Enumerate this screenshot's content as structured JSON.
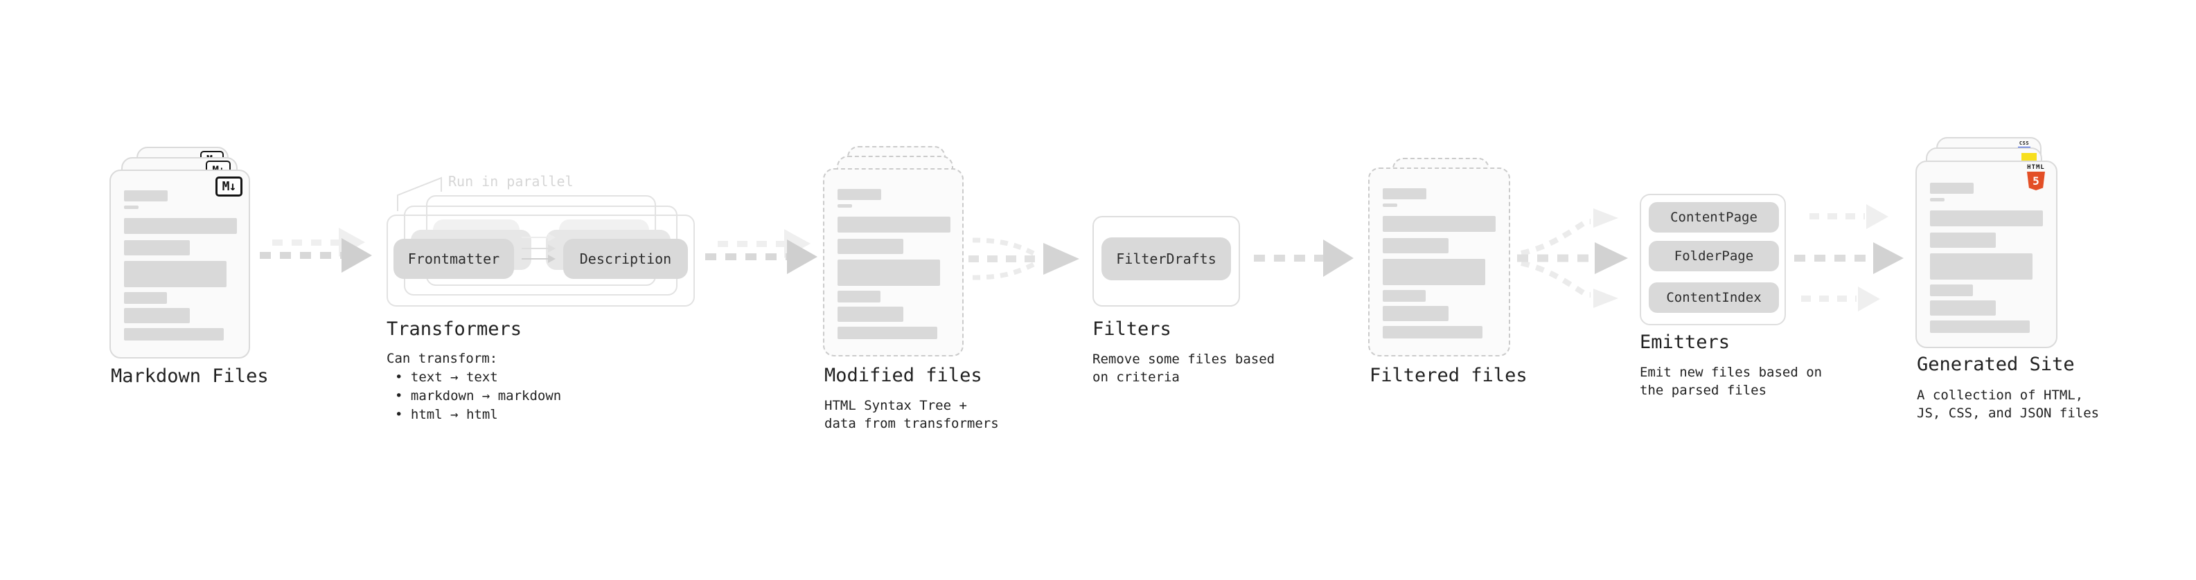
{
  "stages": {
    "markdown": {
      "label": "Markdown Files",
      "badge": "M↓"
    },
    "transformers": {
      "title": "Transformers",
      "note": "Run in parallel",
      "pill_left": "Frontmatter",
      "pill_right": "Description",
      "desc_head": "Can transform:",
      "bullets": [
        "• text → text",
        "• markdown → markdown",
        "• html → html"
      ]
    },
    "modified": {
      "title": "Modified files",
      "sublines": [
        "HTML Syntax Tree +",
        "data from transformers"
      ]
    },
    "filters": {
      "title": "Filters",
      "pill": "FilterDrafts",
      "sublines": [
        "Remove some files based",
        "on criteria"
      ]
    },
    "filtered": {
      "title": "Filtered files"
    },
    "emitters": {
      "title": "Emitters",
      "pills": [
        "ContentPage",
        "FolderPage",
        "ContentIndex"
      ],
      "sublines": [
        "Emit new files based on",
        "the parsed files"
      ]
    },
    "generated": {
      "title": "Generated Site",
      "sublines": [
        "A collection of HTML,",
        "JS, CSS, and JSON files"
      ],
      "html_badge_label": "HTML",
      "html_badge_number": "5",
      "css_badge_label": "CSS"
    }
  },
  "colors": {
    "html5_orange": "#e34f26",
    "js_yellow": "#f7df1e",
    "css_blue": "#264de4",
    "pill_gray": "#d9d9d9",
    "arrow_gray": "#d2d2d2"
  }
}
